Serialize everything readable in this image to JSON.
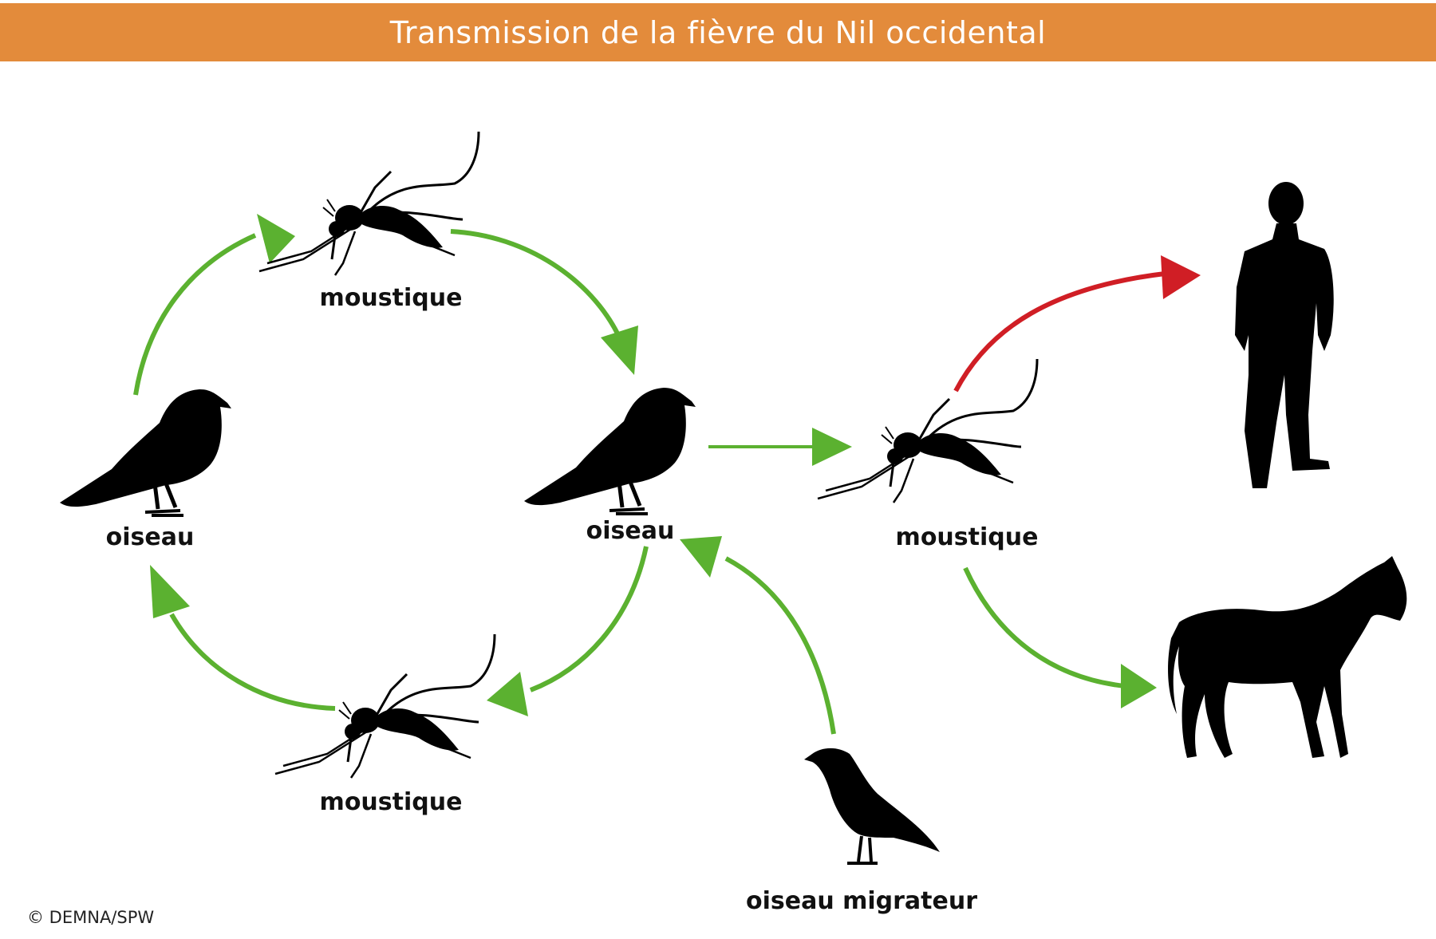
{
  "header": {
    "title": "Transmission de la fièvre du Nil occidental"
  },
  "nodes": {
    "bird_left": "oiseau",
    "mosquito_top": "moustique",
    "bird_center": "oiseau",
    "mosquito_bottom": "moustique",
    "mosquito_right": "moustique",
    "migratory_bird": "oiseau migrateur"
  },
  "colors": {
    "banner": "#e38b3b",
    "arrow_green": "#5bb130",
    "arrow_red": "#d01e25",
    "silhouette": "#000000"
  },
  "icons": [
    "bird-icon",
    "mosquito-icon",
    "human-icon",
    "horse-icon",
    "migratory-bird-icon"
  ],
  "footer": {
    "credit": "© DEMNA/SPW"
  }
}
